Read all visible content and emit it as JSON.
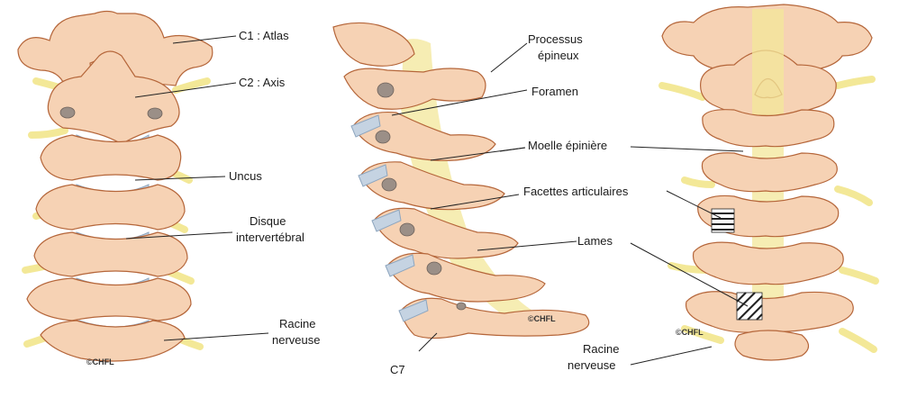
{
  "labels": {
    "c1": "C1 : Atlas",
    "c2": "C2 : Axis",
    "uncus": "Uncus",
    "disque_1": "Disque",
    "disque_2": "intervertébral",
    "racine_left_1": "Racine",
    "racine_left_2": "nerveuse",
    "processus_1": "Processus",
    "processus_2": "épineux",
    "foramen": "Foramen",
    "moelle": "Moelle épinière",
    "facettes": "Facettes articulaires",
    "lames": "Lames",
    "c7": "C7",
    "racine_right_1": "Racine",
    "racine_right_2": "nerveuse"
  },
  "credits": {
    "left": "©CHFL",
    "middle": "©CHFL",
    "right": "©CHFL"
  },
  "colors": {
    "bone": "#f6d2b4",
    "bone_outline": "#b5663a",
    "disc": "#c5d3e2",
    "nerve": "#f2e58c",
    "foramen_hole": "#9b8f87"
  }
}
